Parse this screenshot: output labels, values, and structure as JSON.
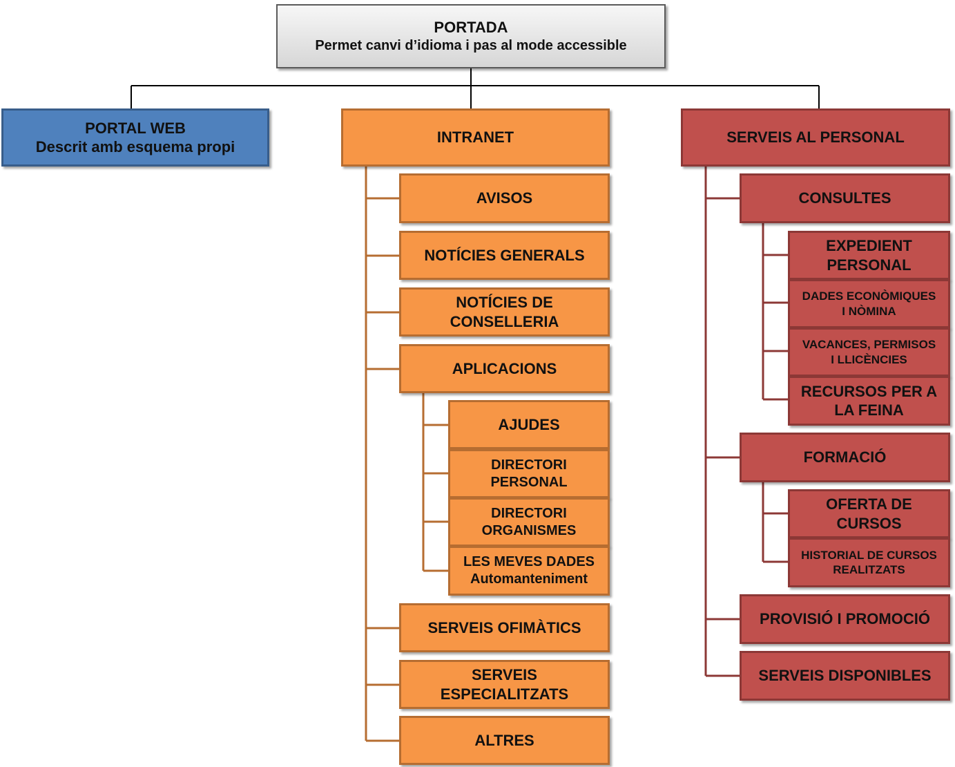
{
  "colors": {
    "root_fill": "#e6e6e6",
    "portal_web": "#4f81bd",
    "intranet": "#f79646",
    "serveis_personal": "#c0504d",
    "root_connector": "#000000",
    "intranet_connector": "#b66d31",
    "serveis_connector": "#8c3836"
  },
  "root": {
    "title": "PORTADA",
    "subtitle": "Permet canvi d’idioma i pas al mode accessible"
  },
  "portal_web": {
    "title": "PORTAL WEB",
    "subtitle": "Descrit amb esquema propi"
  },
  "intranet": {
    "title": "INTRANET",
    "items": {
      "avisos": "AVISOS",
      "noticies_generals": "NOTÍCIES GENERALS",
      "noticies_conselleria_1": "NOTÍCIES DE",
      "noticies_conselleria_2": "CONSELLERIA",
      "aplicacions": "APLICACIONS",
      "ajudes": "AJUDES",
      "directori_personal_1": "DIRECTORI",
      "directori_personal_2": "PERSONAL",
      "directori_organismes_1": "DIRECTORI",
      "directori_organismes_2": "ORGANISMES",
      "meves_dades_1": "LES MEVES DADES",
      "meves_dades_2": "Automanteniment",
      "serveis_ofimatics": "SERVEIS OFIMÀTICS",
      "serveis_especialitzats_1": "SERVEIS",
      "serveis_especialitzats_2": "ESPECIALITZATS",
      "altres": "ALTRES"
    }
  },
  "serveis_personal": {
    "title": "SERVEIS AL PERSONAL",
    "items": {
      "consultes": "CONSULTES",
      "expedient_1": "EXPEDIENT",
      "expedient_2": "PERSONAL",
      "dades_1": "DADES ECONÒMIQUES",
      "dades_2": "I NÒMINA",
      "vacances_1": "VACANCES, PERMISOS",
      "vacances_2": "I LLICÈNCIES",
      "recursos_1": "RECURSOS PER A",
      "recursos_2": "LA FEINA",
      "formacio": "FORMACIÓ",
      "oferta_1": "OFERTA DE",
      "oferta_2": "CURSOS",
      "historial_1": "HISTORIAL DE CURSOS",
      "historial_2": "REALITZATS",
      "provisio": "PROVISIÓ I PROMOCIÓ",
      "serveis_disponibles": "SERVEIS DISPONIBLES"
    }
  }
}
